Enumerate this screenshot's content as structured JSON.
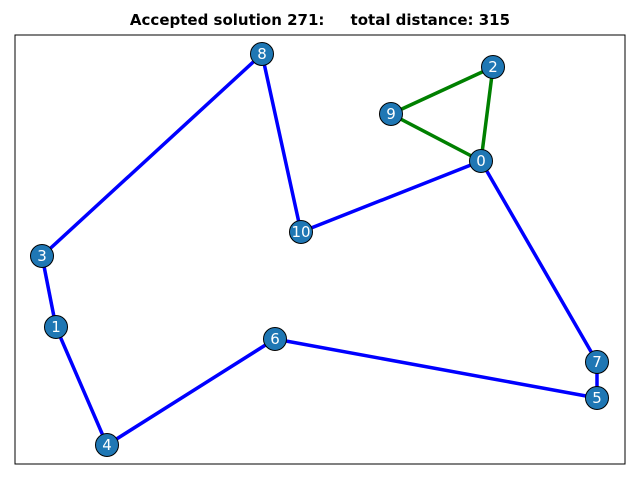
{
  "title": {
    "left": "Accepted solution 271:",
    "right": "total distance: 315"
  },
  "colors": {
    "node_fill": "#1f77b4",
    "node_stroke": "#000000",
    "route_1": "#0000ff",
    "route_2": "#008000"
  },
  "nodes": [
    {
      "id": 0,
      "label": "0"
    },
    {
      "id": 1,
      "label": "1"
    },
    {
      "id": 2,
      "label": "2"
    },
    {
      "id": 3,
      "label": "3"
    },
    {
      "id": 4,
      "label": "4"
    },
    {
      "id": 5,
      "label": "5"
    },
    {
      "id": 6,
      "label": "6"
    },
    {
      "id": 7,
      "label": "7"
    },
    {
      "id": 8,
      "label": "8"
    },
    {
      "id": 9,
      "label": "9"
    },
    {
      "id": 10,
      "label": "10"
    }
  ],
  "routes": [
    {
      "color": "route_1",
      "path": [
        0,
        10,
        8,
        3,
        1,
        4,
        6,
        5,
        7,
        0
      ]
    },
    {
      "color": "route_2",
      "path": [
        0,
        9,
        2,
        0
      ]
    }
  ]
}
